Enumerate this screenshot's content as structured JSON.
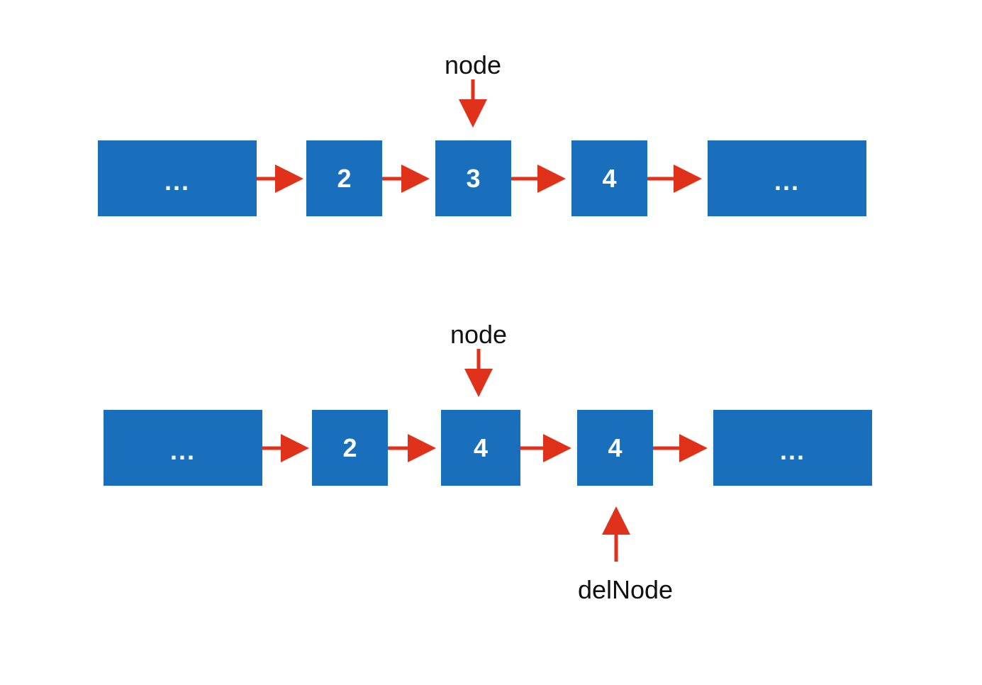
{
  "colors": {
    "node_fill": "#1a6fbc",
    "node_text": "#ffffff",
    "arrow": "#e0311a",
    "label_text": "#111111",
    "background": "#ffffff"
  },
  "top_list": {
    "pointer_label": "node",
    "nodes": [
      "...",
      "2",
      "3",
      "4",
      "..."
    ]
  },
  "bottom_list": {
    "pointer_label": "node",
    "nodes": [
      "...",
      "2",
      "4",
      "4",
      "..."
    ],
    "second_pointer_label": "delNode"
  }
}
